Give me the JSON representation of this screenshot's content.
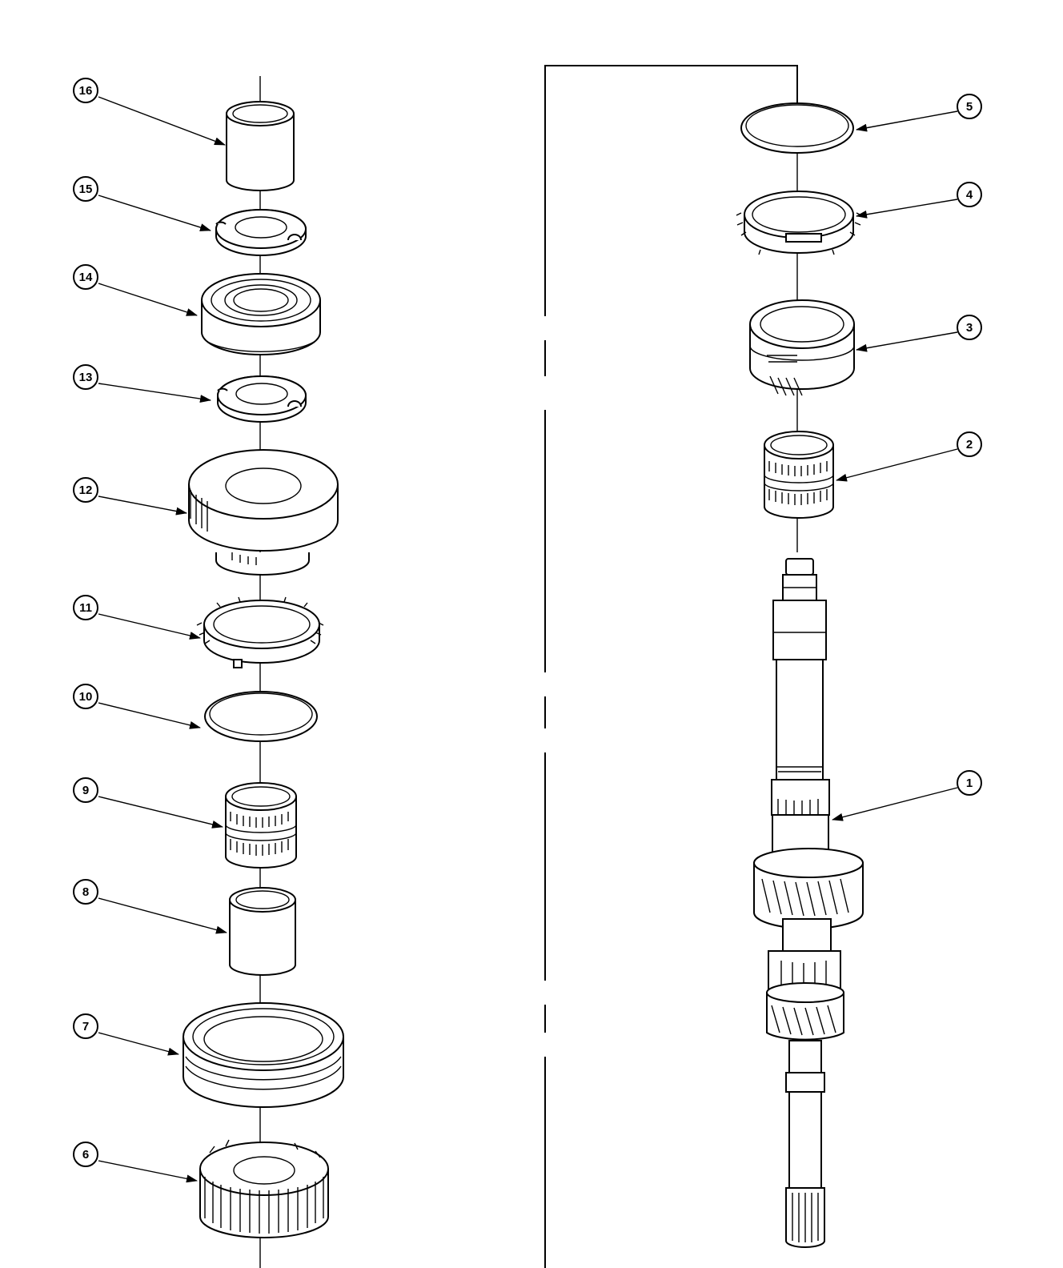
{
  "diagram": {
    "callouts": [
      {
        "id": "c16",
        "label": "16"
      },
      {
        "id": "c15",
        "label": "15"
      },
      {
        "id": "c14",
        "label": "14"
      },
      {
        "id": "c13",
        "label": "13"
      },
      {
        "id": "c12",
        "label": "12"
      },
      {
        "id": "c11",
        "label": "11"
      },
      {
        "id": "c10",
        "label": "10"
      },
      {
        "id": "c9",
        "label": "9"
      },
      {
        "id": "c8",
        "label": "8"
      },
      {
        "id": "c7",
        "label": "7"
      },
      {
        "id": "c6",
        "label": "6"
      },
      {
        "id": "c5",
        "label": "5"
      },
      {
        "id": "c4",
        "label": "4"
      },
      {
        "id": "c3",
        "label": "3"
      },
      {
        "id": "c2",
        "label": "2"
      },
      {
        "id": "c1",
        "label": "1"
      }
    ]
  }
}
